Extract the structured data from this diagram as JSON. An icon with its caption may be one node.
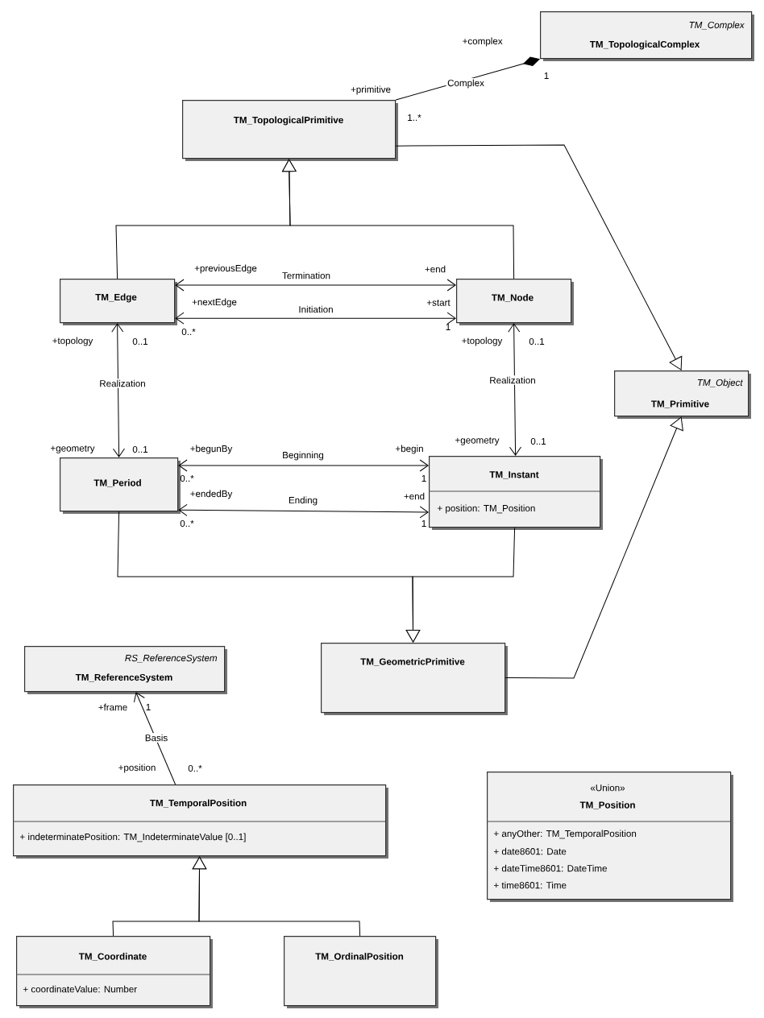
{
  "diagram": {
    "nodes": [
      {
        "text": [
          "TM_Complex",
          "TM_TopologicalComplex"
        ]
      },
      {
        "text": [
          "TM_TopologicalPrimitive"
        ]
      },
      {
        "text": [
          "TM_Edge"
        ]
      },
      {
        "text": [
          "TM_Node"
        ]
      },
      {
        "text": [
          "TM_Object",
          "TM_Primitive"
        ]
      },
      {
        "text": [
          "TM_Period"
        ]
      },
      {
        "text": [
          "TM_Instant",
          "+ position: TM_Position"
        ]
      },
      {
        "text": [
          "TM_GeometricPrimitive"
        ]
      },
      {
        "text": [
          "RS_ReferenceSystem",
          "TM_ReferenceSystem"
        ]
      },
      {
        "text": [
          "TM_TemporalPosition",
          "+ indeterminatePosition: TM_IndeterminateValue [0..1]"
        ]
      },
      {
        "text": [
          "«Union»",
          "TM_Position",
          "+ anyOther: TM_TemporalPosition",
          "+ date8601: Date",
          "+ dateTime8601: DateTime",
          "+ time8601: Time"
        ]
      },
      {
        "text": [
          "TM_Coordinate",
          "+ coordinateValue: Number"
        ]
      },
      {
        "text": [
          "TM_OrdinalPosition"
        ]
      }
    ],
    "edges": [
      {
        "from": 1,
        "to": 0,
        "arrow": "other",
        "label": "Complex"
      },
      {
        "from": 2,
        "to": 1,
        "arrow": "to"
      },
      {
        "from": 3,
        "to": 1,
        "arrow": "to"
      },
      {
        "from": 1,
        "to": 4,
        "arrow": "to"
      },
      {
        "from": 7,
        "to": 4,
        "arrow": "to"
      },
      {
        "from": 2,
        "to": 3,
        "arrow": "both",
        "label": "Termination"
      },
      {
        "from": 2,
        "to": 3,
        "arrow": "both",
        "label": "Initiation"
      },
      {
        "from": 5,
        "to": 2,
        "arrow": "both",
        "label": "Realization"
      },
      {
        "from": 6,
        "to": 3,
        "arrow": "both",
        "label": "Realization"
      },
      {
        "from": 5,
        "to": 6,
        "arrow": "both",
        "label": "Beginning"
      },
      {
        "from": 5,
        "to": 6,
        "arrow": "both",
        "label": "Ending"
      },
      {
        "from": 5,
        "to": 7,
        "arrow": "to"
      },
      {
        "from": 6,
        "to": 7,
        "arrow": "to"
      },
      {
        "from": 9,
        "to": 8,
        "arrow": "to",
        "label": "Basis"
      },
      {
        "from": 11,
        "to": 9,
        "arrow": "to"
      },
      {
        "from": 12,
        "to": 9,
        "arrow": "to"
      }
    ],
    "labels": [
      "+complex",
      "1",
      "+primitive",
      "1..*",
      "+previousEdge",
      "+end",
      "+nextEdge",
      "+start",
      "0..*",
      "1",
      "+topology",
      "0..1",
      "+topology",
      "0..1",
      "+geometry",
      "0..1",
      "+geometry",
      "0..1",
      "+begunBy",
      "+begin",
      "0..*",
      "1",
      "+endedBy",
      "+end",
      "0..*",
      "1",
      "+frame",
      "1",
      "+position",
      "0..*"
    ]
  }
}
